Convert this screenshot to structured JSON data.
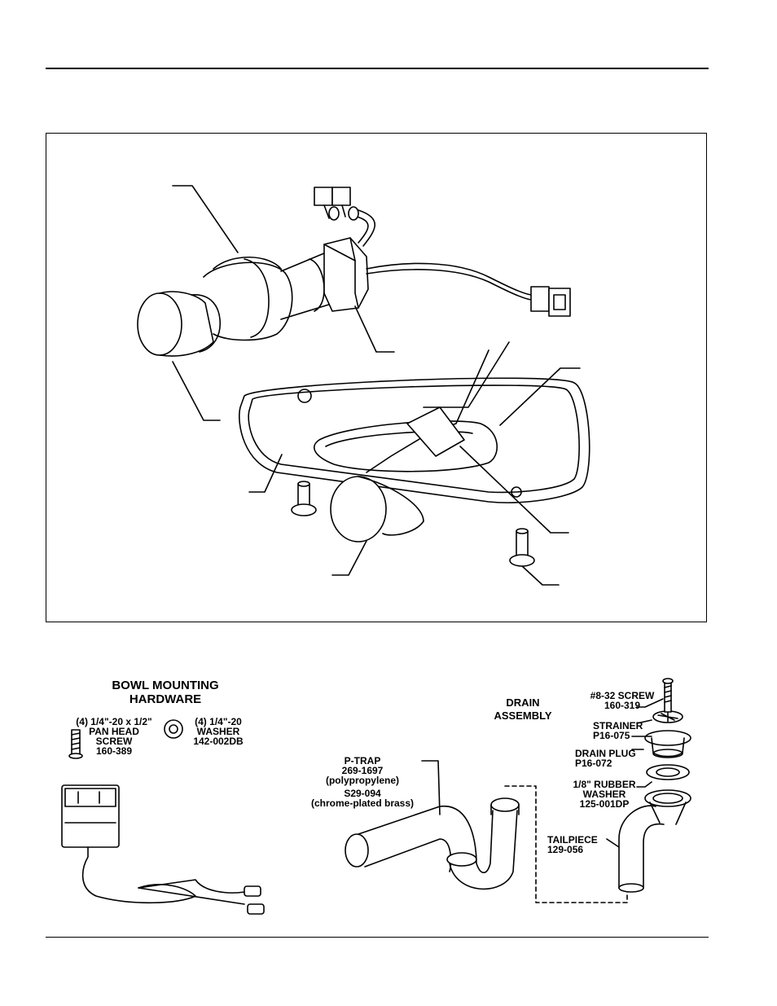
{
  "bowl_hardware": {
    "title_line1": "BOWL MOUNTING",
    "title_line2": "HARDWARE",
    "screw": {
      "line1": "(4) 1/4\"-20 x 1/2\"",
      "line2": "PAN HEAD",
      "line3": "SCREW",
      "line4": "160-389"
    },
    "washer": {
      "line1": "(4) 1/4\"-20",
      "line2": "WASHER",
      "line3": "142-002DB"
    }
  },
  "drain": {
    "title_line1": "DRAIN",
    "title_line2": "ASSEMBLY",
    "ptrap": {
      "line1": "P-TRAP",
      "line2": "269-1697",
      "line3": "(polypropylene)",
      "line4": "S29-094",
      "line5": "(chrome-plated brass)"
    },
    "screw": {
      "line1": "#8-32 SCREW",
      "line2": "160-319"
    },
    "strainer": {
      "line1": "STRAINER",
      "line2": "P16-075"
    },
    "drain_plug": {
      "line1": "DRAIN PLUG",
      "line2": "P16-072"
    },
    "rubber_washer": {
      "line1": "1/8\" RUBBER",
      "line2": "WASHER",
      "line3": "125-001DP"
    },
    "tailpiece": {
      "line1": "TAILPIECE",
      "line2": "129-056"
    }
  }
}
